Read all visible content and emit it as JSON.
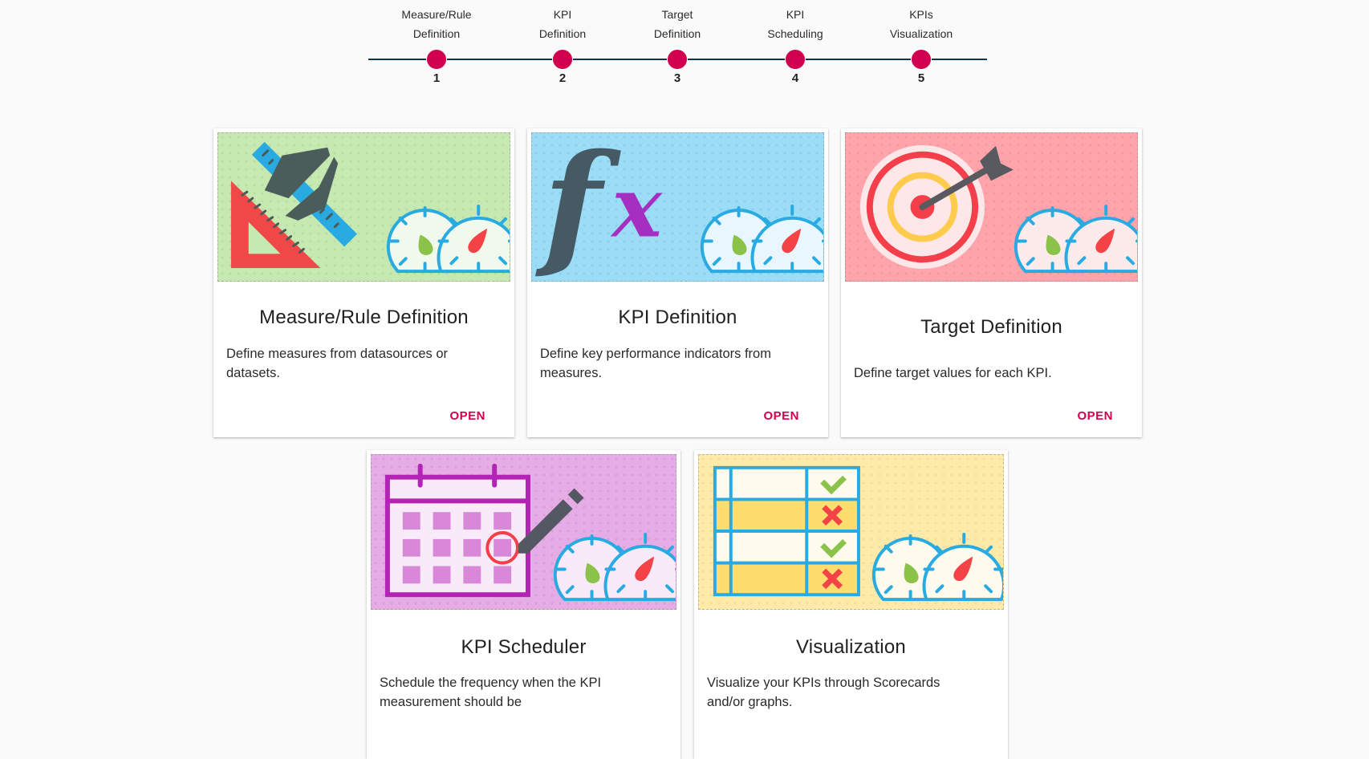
{
  "stepper": {
    "steps": [
      {
        "line1": "Measure/Rule",
        "line2": "Definition",
        "number": "1"
      },
      {
        "line1": "KPI",
        "line2": "Definition",
        "number": "2"
      },
      {
        "line1": "Target",
        "line2": "Definition",
        "number": "3"
      },
      {
        "line1": "KPI",
        "line2": "Scheduling",
        "number": "4"
      },
      {
        "line1": "KPIs",
        "line2": "Visualization",
        "number": "5"
      }
    ],
    "colors": {
      "dot": "#d0004e",
      "line": "#0b3550"
    }
  },
  "cards": [
    {
      "title": "Measure/Rule Definition",
      "description": "Define measures from datasources or datasets.",
      "action": "OPEN",
      "illustration": "ruler-triangle-gauges-illustration",
      "bg": "#c6e9b2"
    },
    {
      "title": "KPI Definition",
      "description": "Define key performance indicators from measures.",
      "action": "OPEN",
      "illustration": "fx-function-gauges-illustration",
      "bg": "#9bdcf7"
    },
    {
      "title": "Target Definition",
      "description": "Define target values for each KPI.",
      "action": "OPEN",
      "illustration": "target-arrow-gauges-illustration",
      "bg": "#ffa4ab"
    },
    {
      "title": "KPI Scheduler",
      "description": "Schedule the frequency when the KPI measurement should be",
      "illustration": "calendar-pencil-gauges-illustration",
      "bg": "#e6ace6"
    },
    {
      "title": "Visualization",
      "description": "Visualize your KPIs through Scorecards and/or graphs.",
      "illustration": "scorecard-table-gauges-illustration",
      "bg": "#fde9a8"
    }
  ],
  "fx_glyphs": {
    "f": "f",
    "x": "x"
  },
  "accent_color": "#d0004e"
}
